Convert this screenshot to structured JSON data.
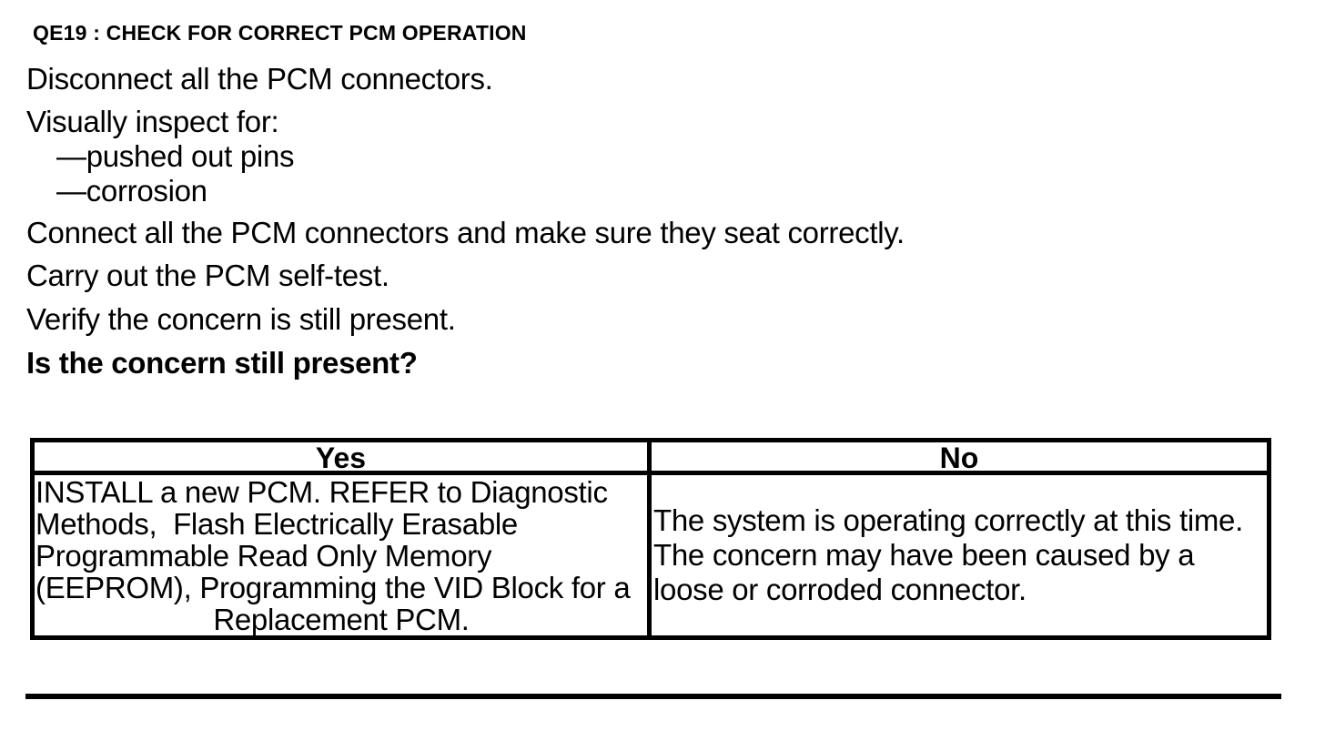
{
  "colors": {
    "text": "#000000",
    "background": "#ffffff",
    "table_border": "#000000"
  },
  "section": {
    "heading": "QE19 : CHECK FOR CORRECT PCM OPERATION"
  },
  "procedure": {
    "step_disconnect": "Disconnect all the PCM connectors.",
    "step_inspect": "Visually inspect for:",
    "inspect_items": [
      "—pushed out pins",
      "—corrosion"
    ],
    "step_connect": "Connect all the PCM connectors and make sure they seat correctly.",
    "step_selftest": "Carry out the PCM self-test.",
    "step_verify": "Verify the concern is still present.",
    "question": "Is the concern still present?"
  },
  "results_table": {
    "yes_header": "Yes",
    "no_header": "No",
    "yes_action_lines": [
      "INSTALL a new PCM. REFER to Diagnostic",
      "Methods,  Flash Electrically Erasable",
      "Programmable Read Only Memory",
      "(EEPROM), Programming the VID Block for a",
      "Replacement PCM."
    ],
    "no_action_lines": [
      "The system is operating correctly at this time.",
      "The concern may have been caused by a",
      "loose or corroded connector."
    ]
  }
}
